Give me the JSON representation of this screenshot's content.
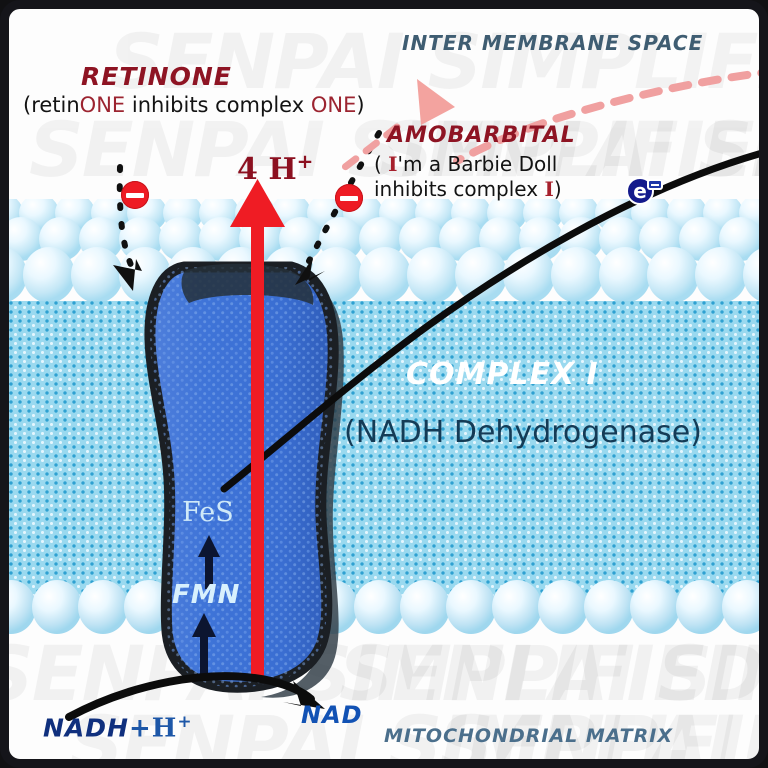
{
  "diagram": {
    "title": "Complex I (NADH Dehydrogenase) of the Electron Transport Chain",
    "watermark": "SENPAI SIMPLIFIED",
    "compartments": {
      "top": "INTER MEMBRANE SPACE",
      "bottom": "MITOCHONDRIAL MATRIX"
    },
    "complex": {
      "name": "COMPLEX I",
      "enzyme": "(NADH Dehydrogenase)",
      "cofactors": [
        {
          "label": "FeS"
        },
        {
          "label": "FMN"
        }
      ]
    },
    "proton_pump": {
      "label": "4 H",
      "charge": "+",
      "direction": "up"
    },
    "substrates": {
      "input": "NADH",
      "input_plus": "+",
      "input_proton": "H",
      "input_proton_charge": "+",
      "output": "NAD"
    },
    "electron": {
      "label": "e",
      "charge": "-"
    },
    "inhibitors": [
      {
        "name": "RETINONE",
        "mnemonic_pre": "(retin",
        "mnemonic_em1": "ONE",
        "mnemonic_mid": " inhibits complex ",
        "mnemonic_em2": "ONE",
        "mnemonic_post": ")"
      },
      {
        "name": "AMOBARBITAL",
        "mnemonic_line1_pre": "( ",
        "mnemonic_line1_em": "I",
        "mnemonic_line1_post": "'m a Barbie Doll",
        "mnemonic_line2_pre": "inhibits complex ",
        "mnemonic_line2_em": "I",
        "mnemonic_line2_post": ")"
      }
    ],
    "colors": {
      "frame": "#15151a",
      "inhibitor_red": "#ee1b24",
      "proton_arrow": "#ef1c24",
      "inhibitor_text": "#8e1423",
      "complex_blue": "#3f72d6",
      "membrane_head": "#bfe6f6",
      "membrane_tail": "#9ad9ef",
      "electron_navy": "#141a8c",
      "nadh_blue": "#10307e",
      "matrix_label": "#4b6f8c",
      "dashed_pink": "#f0a8a8"
    }
  }
}
